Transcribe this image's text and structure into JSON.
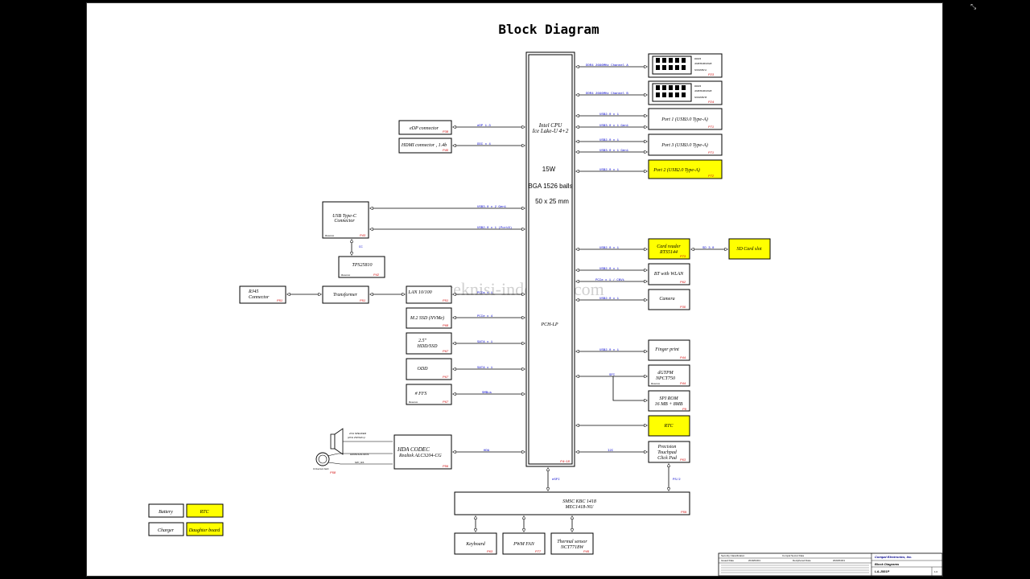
{
  "title": "Block Diagram",
  "watermark": "www.teknisi-indonesia.com",
  "cpu": {
    "name1": "Intel CPU",
    "name2": "Ice Lake-U 4+2",
    "power": "15W",
    "balls": "BGA 1526 balls",
    "size": "50 x 25 mm",
    "pch": "PCH-LP",
    "page": "P4~18"
  },
  "blocks": {
    "dimm_a": {
      "l1": "DDR4",
      "l2": "4GB/8GB/16GB",
      "l3": "SODIMM A",
      "page": "P23"
    },
    "dimm_b": {
      "l1": "DDR4",
      "l2": "4GB/8GB/16GB",
      "l3": "SODIMM B",
      "page": "P24"
    },
    "port1": {
      "label": "Port 1 (USB3.0 Type-A)",
      "page": "P71"
    },
    "port3": {
      "label": "Port 3 (USB3.0 Type-A)",
      "page": "P71"
    },
    "port2": {
      "label": "Port 2 (USB2.0 Type-A)",
      "page": "P72"
    },
    "card_reader": {
      "l1": "Card reader",
      "l2": "RTS5144",
      "page": "P73"
    },
    "sd_slot": {
      "label": "SD Card slot"
    },
    "bt_wlan": {
      "label": "BT with WLAN",
      "page": "P62"
    },
    "camera": {
      "label": "Camera",
      "page": "P30"
    },
    "finger": {
      "label": "Finger print",
      "page": "P44"
    },
    "tpm": {
      "l1": "dGTPM",
      "l2": "NPCT750",
      "page": "P44",
      "note": "Reserve"
    },
    "spi_rom": {
      "l1": "SPI ROM",
      "l2": "16 MB + 8MB",
      "page": "P9"
    },
    "rtc_right": {
      "label": "RTC"
    },
    "touchpad": {
      "l1": "Precision",
      "l2": "Touchpad",
      "l3": "Click Pad",
      "page": "P63"
    },
    "edp": {
      "label": "eDP connector",
      "page": "P38"
    },
    "hdmi": {
      "label": "HDMI connector , 1.4b",
      "page": "P40"
    },
    "usbc": {
      "l1": "USB Type-C",
      "l2": "Connector",
      "page": "P43",
      "note": "Reserve"
    },
    "tps": {
      "label": "TPS25810",
      "page": "P42",
      "note": "Reserve"
    },
    "rj45": {
      "l1": "RJ45",
      "l2": "Connector",
      "page": "P51"
    },
    "transformer": {
      "label": "Transformer",
      "page": "P51"
    },
    "lan": {
      "label": "LAN 10/100",
      "page": "P51"
    },
    "m2": {
      "label": "M.2 SSD (NVMe)",
      "page": "P68"
    },
    "hdd": {
      "l1": "2.5\"",
      "l2": "HDD/SSD",
      "page": "P67"
    },
    "odd": {
      "label": "ODD",
      "page": "P67"
    },
    "ffs": {
      "label": "# FFS",
      "page": "P67",
      "note": "Reserve"
    },
    "codec": {
      "l1": "HDA CODEC",
      "l2": "Realtek ALC3204-CG",
      "page": "P56"
    },
    "speaker": {
      "l1": "2CH SPEAKER",
      "l2": "(2CH 2W/4ohm)"
    },
    "jack": {
      "label": "Universal Jack",
      "page": "P58",
      "l1": "HDMIL/HALIDOS",
      "l2": "MIC_R/L"
    },
    "ec": {
      "l1": "SMSC KBC 1418",
      "l2": "MEC1418-NU",
      "page": "P59"
    },
    "keyboard": {
      "label": "Keyboard",
      "page": "P63"
    },
    "fan": {
      "label": "PWM FAN",
      "page": "P77"
    },
    "thermal": {
      "l1": "Thermal sensor",
      "l2": "NCT7718W",
      "page": "P45"
    }
  },
  "buses": {
    "ddr_a": "DDR4 2666MHz Channel A",
    "ddr_b": "DDR4 2666MHz Channel B",
    "usb2x1": "USB2.0 x 1",
    "usb3x1": "USB3.0 x 1 Gen1",
    "sd30": "SD 3.0",
    "pcie_cnvi": "PCIe x 1 / CNVi",
    "spi": "SPI",
    "i2c": "I2C",
    "ps2": "PS/2",
    "espi": "eSPI",
    "edp": "eDP 1.3",
    "ddi": "DDI x 4",
    "usbc_gen1": "USB3.0 x 2 Gen1",
    "usbc_port": "USB2.0 x 1 (Port8)",
    "cc": "CC",
    "pcie1": "PCIe x 1",
    "pcie4": "PCIe x 4",
    "sata1": "SATA x 1",
    "smbus": "SMBus",
    "hda": "HDA"
  },
  "legend": {
    "battery": "Battery",
    "rtc": "RTC",
    "charger": "Charger",
    "daughter": "Daughter board"
  },
  "title_block": {
    "company": "Compal Electronics, Inc.",
    "sheet": "Block Diagrams",
    "model": "LA-J581P",
    "security": "Security Classification",
    "secret": "Compal Secret Data",
    "issued": "Issued Date",
    "deciphered": "Deciphered Date",
    "date1": "2019/04/01",
    "date2": "2020/04/01",
    "rev": "1.0"
  },
  "colors": {
    "daughter": "#ffff00",
    "bus_text": "#0000cc",
    "page_ref": "#d00000"
  }
}
